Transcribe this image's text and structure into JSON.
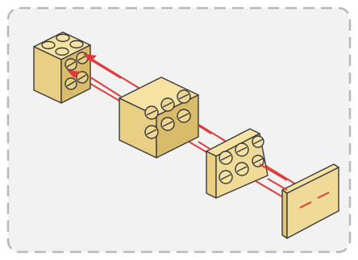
{
  "panel": {
    "background": "#f2f2f2",
    "border_color": "#b8b8b8",
    "border_style": "dashed"
  },
  "colors": {
    "brick_top": "#f6e3a4",
    "brick_front": "#e8cf84",
    "brick_side": "#d8bc6c",
    "outline": "#3a3a3a",
    "arrow": "#e03a3a"
  },
  "diagram": {
    "description_parts": [
      {
        "name": "brick-2x2-small",
        "icon": "lego-brick-2x2-icon"
      },
      {
        "name": "brick-2x3-large",
        "icon": "lego-brick-2x3-icon"
      },
      {
        "name": "plate-2x3",
        "icon": "lego-plate-2x3-icon"
      },
      {
        "name": "tile-1x2",
        "icon": "lego-tile-icon"
      }
    ],
    "arrows": [
      "assembly-arrow-1",
      "assembly-arrow-2"
    ]
  }
}
